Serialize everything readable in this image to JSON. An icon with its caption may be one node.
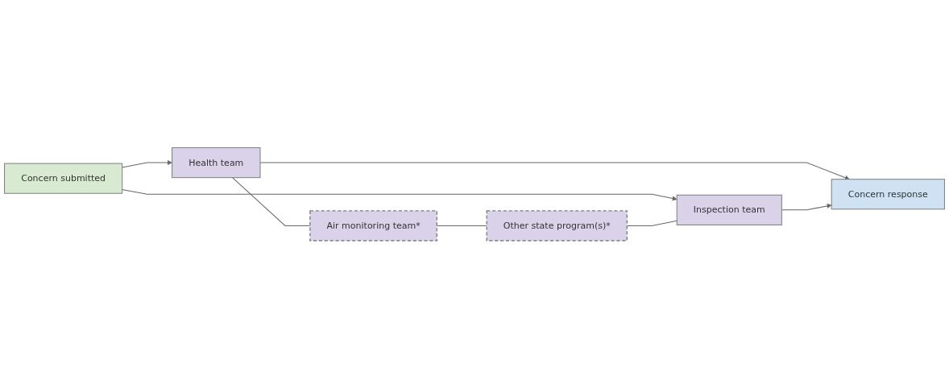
{
  "diagram": {
    "nodes": [
      {
        "text": [
          "Concern submitted"
        ]
      },
      {
        "text": [
          "Health team"
        ]
      },
      {
        "text": [
          "Air monitoring team*"
        ]
      },
      {
        "text": [
          "Other state program(s)*"
        ]
      },
      {
        "text": [
          "Inspection team"
        ]
      },
      {
        "text": [
          "Concern response"
        ]
      }
    ],
    "edges": [
      {
        "from": 0,
        "to": 1,
        "arrow": "to"
      },
      {
        "from": 0,
        "to": 4,
        "arrow": "to"
      },
      {
        "from": 1,
        "to": 2,
        "arrow": "none"
      },
      {
        "from": 2,
        "to": 3,
        "arrow": "none"
      },
      {
        "from": 3,
        "to": 4,
        "arrow": "none"
      },
      {
        "from": 1,
        "to": 5,
        "arrow": "to"
      },
      {
        "from": 4,
        "to": 5,
        "arrow": "to"
      }
    ]
  }
}
